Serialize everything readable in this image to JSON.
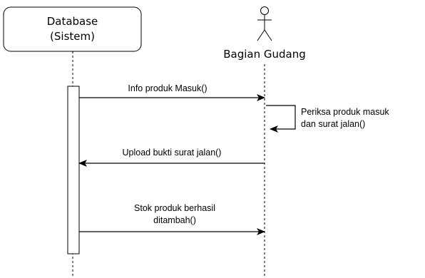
{
  "participants": {
    "database": {
      "line1": "Database",
      "line2": "(Sistem)"
    },
    "actor": {
      "label": "Bagian Gudang"
    }
  },
  "messages": {
    "info_masuk": "Info produk Masuk()",
    "periksa_line1": "Periksa produk masuk",
    "periksa_line2": "dan surat jalan()",
    "upload": "Upload bukti surat jalan()",
    "stok_line1": "Stok produk berhasil",
    "stok_line2": "ditambah()"
  }
}
